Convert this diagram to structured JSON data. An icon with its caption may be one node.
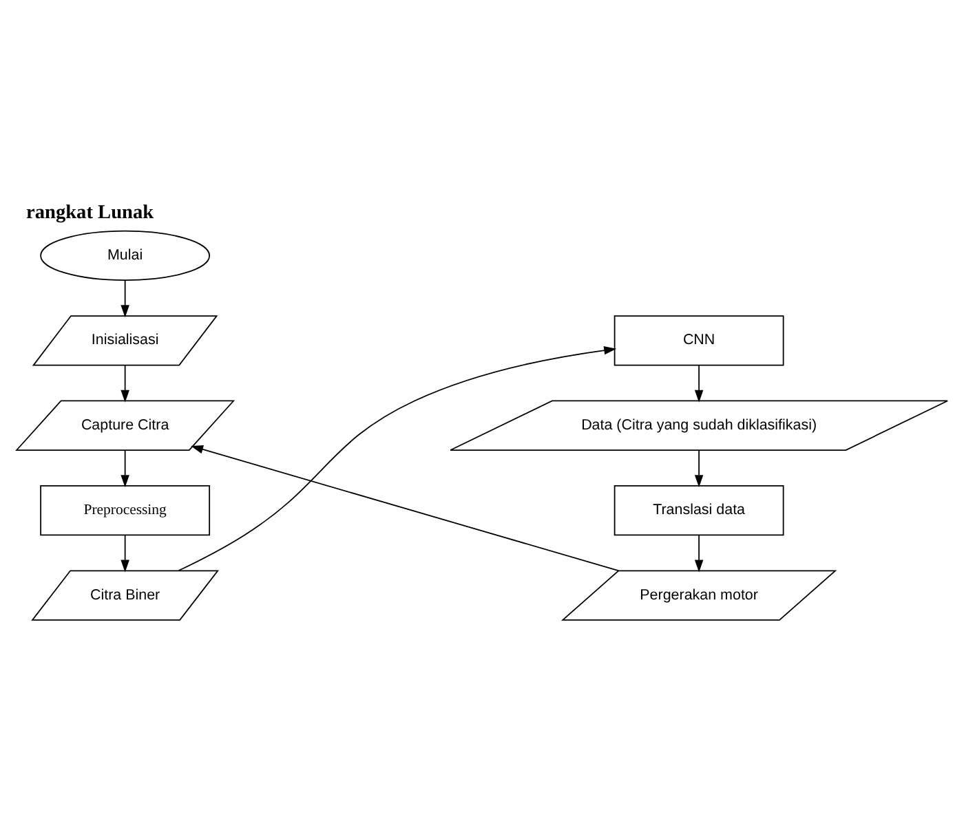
{
  "diagram": {
    "title": "rangkat Lunak",
    "nodes": [
      {
        "text": [
          "Mulai"
        ]
      },
      {
        "text": [
          "Inisialisasi"
        ]
      },
      {
        "text": [
          "Capture Citra"
        ]
      },
      {
        "text": [
          "Preprocessing"
        ]
      },
      {
        "text": [
          "Citra Biner"
        ]
      },
      {
        "text": [
          "CNN"
        ]
      },
      {
        "text": [
          "Data (Citra yang sudah diklasifikasi)"
        ]
      },
      {
        "text": [
          "Translasi data"
        ]
      },
      {
        "text": [
          "Pergerakan motor"
        ]
      }
    ],
    "edges": [
      {
        "from": 0,
        "to": 1,
        "arrow": "to"
      },
      {
        "from": 1,
        "to": 2,
        "arrow": "to"
      },
      {
        "from": 2,
        "to": 3,
        "arrow": "to"
      },
      {
        "from": 3,
        "to": 4,
        "arrow": "to"
      },
      {
        "from": 4,
        "to": 5,
        "arrow": "to"
      },
      {
        "from": 5,
        "to": 6,
        "arrow": "to"
      },
      {
        "from": 6,
        "to": 7,
        "arrow": "to"
      },
      {
        "from": 7,
        "to": 8,
        "arrow": "to"
      },
      {
        "from": 8,
        "to": 2,
        "arrow": "to"
      }
    ]
  }
}
